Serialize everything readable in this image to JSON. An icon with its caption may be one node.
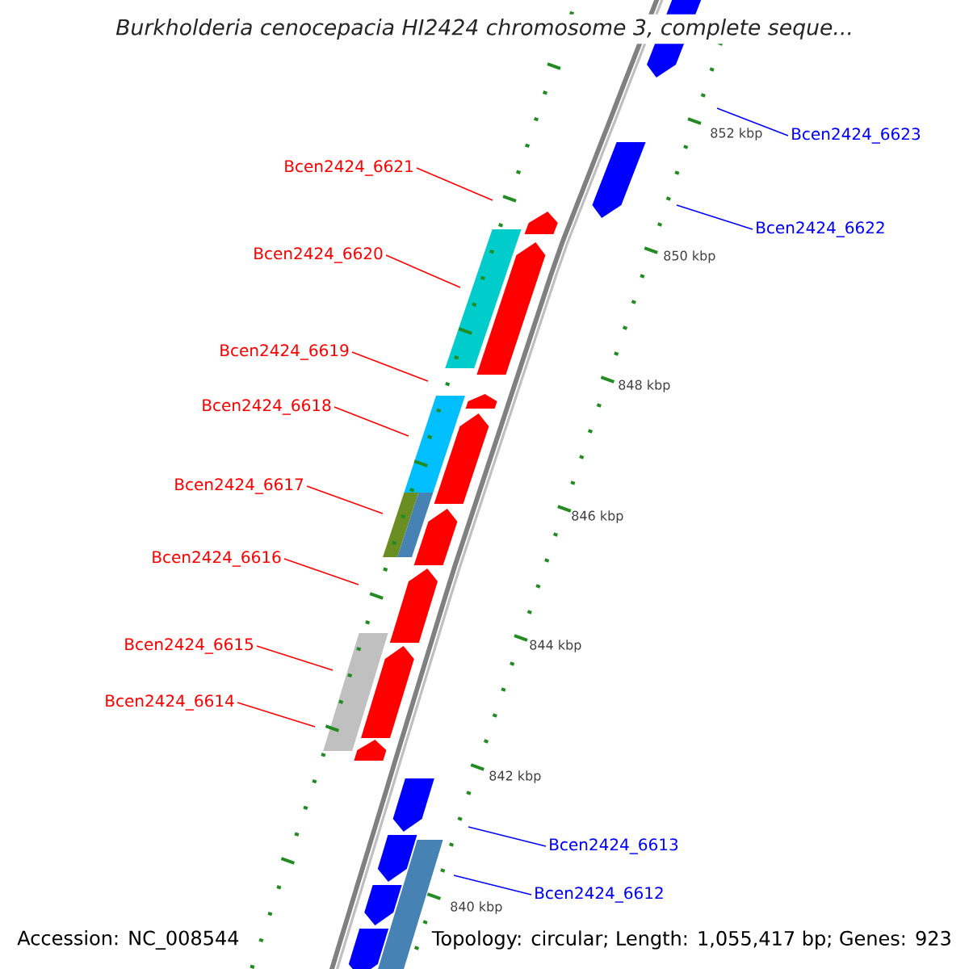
{
  "diagram": {
    "title": "Burkholderia cenocepacia HI2424 chromosome 3, complete seque...",
    "nodes": [
      {
        "text": [
          "Bcen2424_6623"
        ]
      },
      {
        "text": [
          "Bcen2424_6621"
        ]
      },
      {
        "text": [
          "Bcen2424_6622"
        ]
      },
      {
        "text": [
          "Bcen2424_6620"
        ]
      },
      {
        "text": [
          "Bcen2424_6619"
        ]
      },
      {
        "text": [
          "Bcen2424_6618"
        ]
      },
      {
        "text": [
          "Bcen2424_6617"
        ]
      },
      {
        "text": [
          "Bcen2424_6616"
        ]
      },
      {
        "text": [
          "Bcen2424_6615"
        ]
      },
      {
        "text": [
          "Bcen2424_6614"
        ]
      },
      {
        "text": [
          "Bcen2424_6613"
        ]
      },
      {
        "text": [
          "Bcen2424_6612"
        ]
      }
    ],
    "edges": [
      {
        "from": 0,
        "to": null,
        "arrow": "none",
        "color": "#0000ff"
      },
      {
        "from": 1,
        "to": null,
        "arrow": "none",
        "color": "#ff0000"
      },
      {
        "from": 2,
        "to": null,
        "arrow": "none",
        "color": "#0000ff"
      },
      {
        "from": 3,
        "to": null,
        "arrow": "none",
        "color": "#ff0000"
      },
      {
        "from": 4,
        "to": null,
        "arrow": "none",
        "color": "#ff0000"
      },
      {
        "from": 5,
        "to": null,
        "arrow": "none",
        "color": "#ff0000"
      },
      {
        "from": 6,
        "to": null,
        "arrow": "none",
        "color": "#ff0000"
      },
      {
        "from": 7,
        "to": null,
        "arrow": "none",
        "color": "#ff0000"
      },
      {
        "from": 8,
        "to": null,
        "arrow": "none",
        "color": "#ff0000"
      },
      {
        "from": 9,
        "to": null,
        "arrow": "none",
        "color": "#ff0000"
      },
      {
        "from": 10,
        "to": null,
        "arrow": "none",
        "color": "#0000ff"
      },
      {
        "from": 11,
        "to": null,
        "arrow": "none",
        "color": "#0000ff"
      }
    ],
    "labels": [
      "852 kbp",
      "850 kbp",
      "848 kbp",
      "846 kbp",
      "844 kbp",
      "842 kbp",
      "840 kbp",
      "Accession: NC_008544",
      "Topology: circular; Length: 1,055,417 bp; Genes: 923"
    ]
  }
}
